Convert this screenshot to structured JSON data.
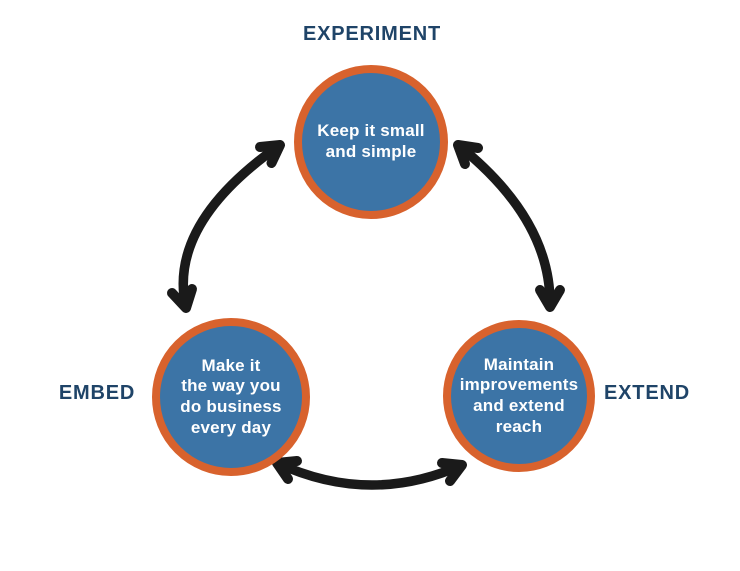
{
  "diagram": {
    "title": "Experiment - Embed - Extend cycle",
    "nodes": [
      {
        "id": "experiment",
        "stage_label": "EXPERIMENT",
        "circle_text": "Keep it small\nand simple"
      },
      {
        "id": "embed",
        "stage_label": "EMBED",
        "circle_text": "Make it\nthe way you\ndo business\nevery day"
      },
      {
        "id": "extend",
        "stage_label": "EXTEND",
        "circle_text": "Maintain\nimprovements\nand extend\nreach"
      }
    ],
    "arrows": [
      {
        "name": "arrow-experiment-embed",
        "connects": "EXPERIMENT ⇄ EMBED"
      },
      {
        "name": "arrow-extend-experiment",
        "connects": "EXTEND ⇄ EXPERIMENT"
      },
      {
        "name": "arrow-embed-extend",
        "connects": "EMBED ⇄ EXTEND"
      }
    ],
    "colors": {
      "background": "#ffffff",
      "circle_fill": "#3c74a6",
      "circle_ring": "#d8622d",
      "circle_text": "#ffffff",
      "stage_label_text": "#1f4468",
      "arrow": "#1a1a1a"
    }
  }
}
